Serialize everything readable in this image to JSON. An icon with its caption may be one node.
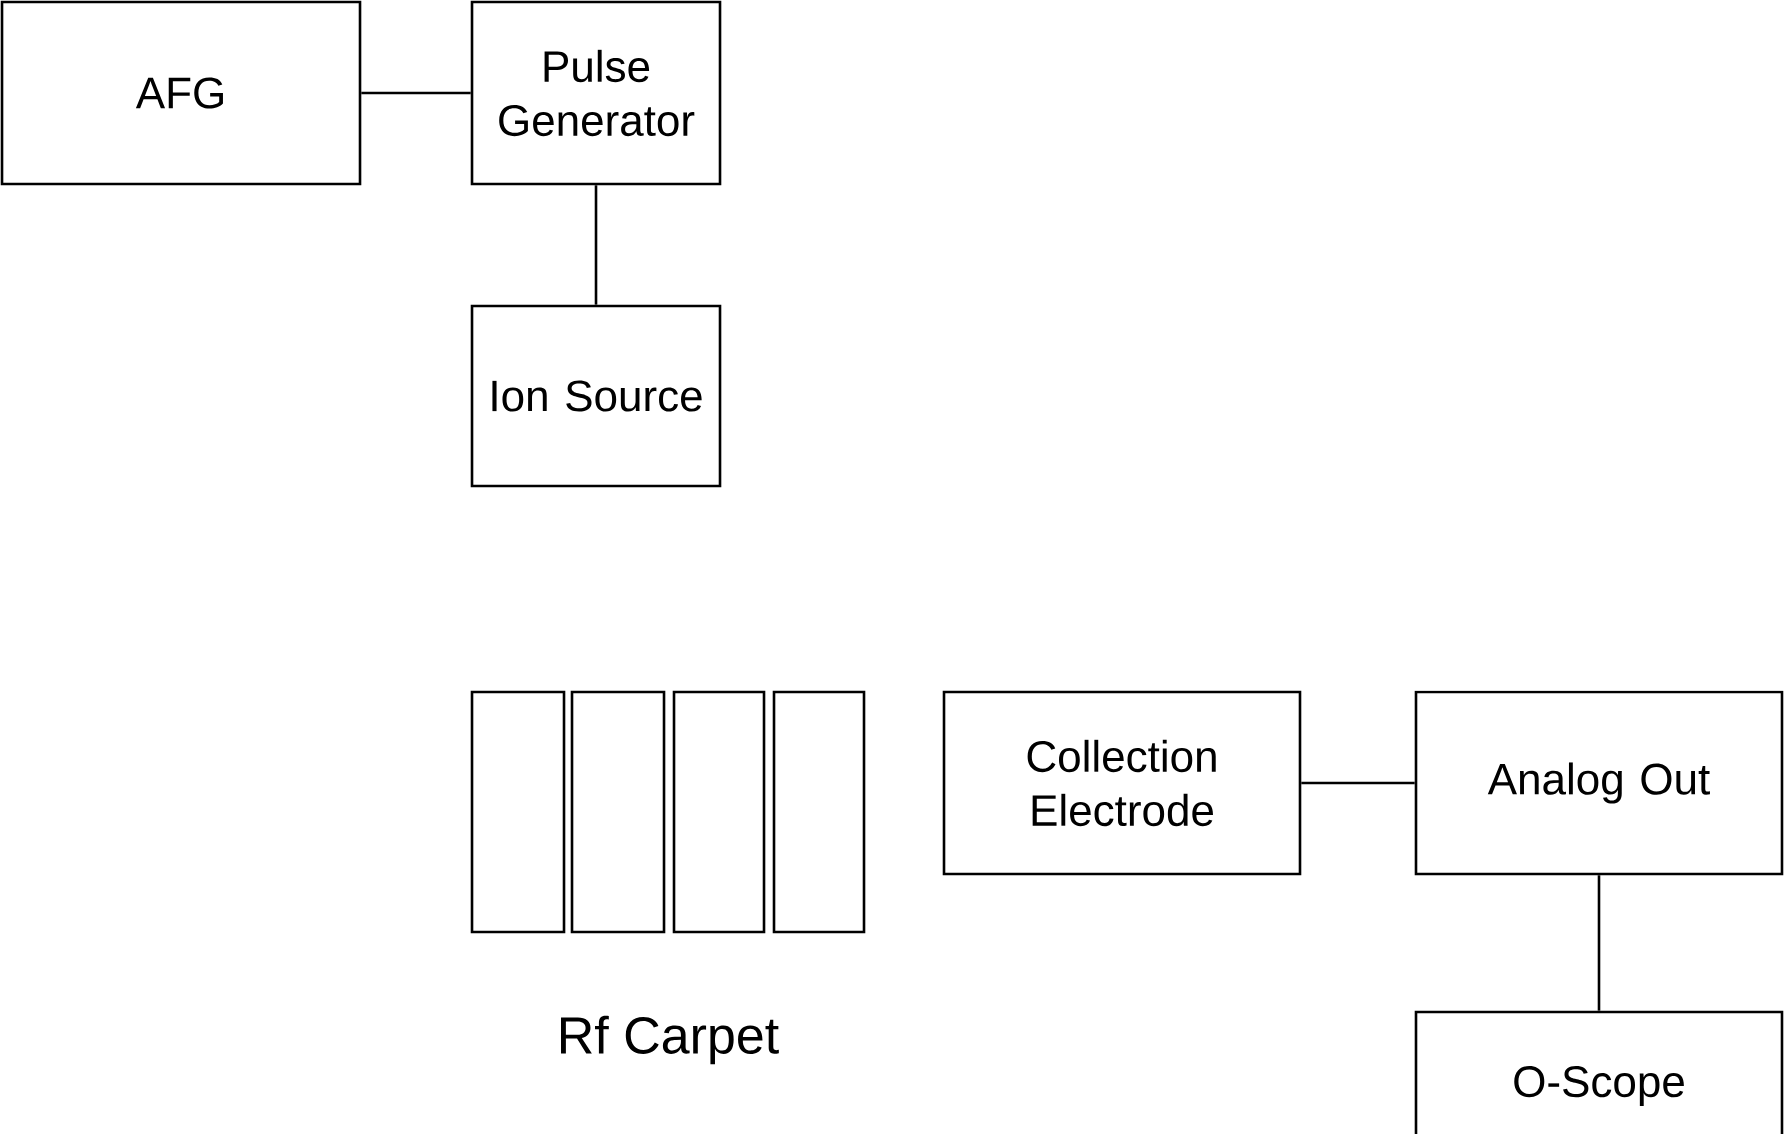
{
  "diagram": {
    "nodes": [
      {
        "text": [
          "AFG"
        ]
      },
      {
        "text": [
          "Pulse Generator"
        ]
      },
      {
        "text": [
          "Ion Source"
        ]
      },
      {
        "text": [],
        "shape": "box"
      },
      {
        "text": [],
        "shape": "box"
      },
      {
        "text": [],
        "shape": "box"
      },
      {
        "text": [],
        "shape": "box"
      },
      {
        "text": [
          "Collection Electrode"
        ]
      },
      {
        "text": [
          "Analog Out"
        ]
      },
      {
        "text": [
          "O-Scope"
        ]
      }
    ],
    "edges": [
      {
        "from": 0,
        "to": 1,
        "arrow": "none"
      },
      {
        "from": 1,
        "to": 2,
        "arrow": "none"
      },
      {
        "from": 7,
        "to": 8,
        "arrow": "none"
      },
      {
        "from": 8,
        "to": 9,
        "arrow": "none"
      }
    ],
    "labels": [
      "Rf Carpet"
    ]
  }
}
